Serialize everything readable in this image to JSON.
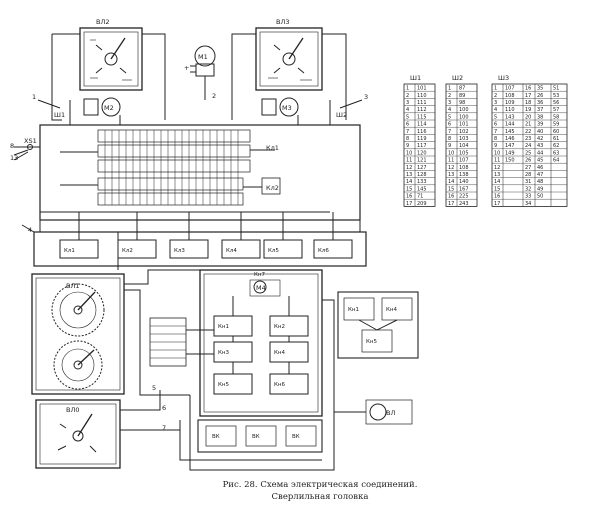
{
  "caption": {
    "line1": "Рис. 28. Схема электрическая соединений.",
    "line2": "Сверлильная головка"
  },
  "tables": [
    {
      "title": "Ш1",
      "rows": [
        [
          "1",
          "101"
        ],
        [
          "2",
          "110"
        ],
        [
          "3",
          "111"
        ],
        [
          "4",
          "112"
        ],
        [
          "5",
          "115"
        ],
        [
          "6",
          "114"
        ],
        [
          "7",
          "116"
        ],
        [
          "8",
          "119"
        ],
        [
          "9",
          "117"
        ],
        [
          "10",
          "120"
        ],
        [
          "11",
          "121"
        ],
        [
          "12",
          "127"
        ],
        [
          "13",
          "128"
        ],
        [
          "14",
          "133"
        ],
        [
          "15",
          "145"
        ],
        [
          "16",
          "71"
        ],
        [
          "17",
          "209"
        ]
      ]
    },
    {
      "title": "Ш2",
      "rows": [
        [
          "1",
          "87"
        ],
        [
          "2",
          "89"
        ],
        [
          "3",
          "98"
        ],
        [
          "4",
          "100"
        ],
        [
          "5",
          "100"
        ],
        [
          "6",
          "101"
        ],
        [
          "7",
          "102"
        ],
        [
          "8",
          "103"
        ],
        [
          "9",
          "104"
        ],
        [
          "10",
          "105"
        ],
        [
          "11",
          "107"
        ],
        [
          "12",
          "108"
        ],
        [
          "13",
          "138"
        ],
        [
          "14",
          "140"
        ],
        [
          "15",
          "167"
        ],
        [
          "16",
          "225"
        ],
        [
          "17",
          "243"
        ]
      ]
    },
    {
      "title": "Ш3",
      "rows": [
        [
          "1",
          "107",
          "16",
          "35",
          "51"
        ],
        [
          "2",
          "108",
          "17",
          "26",
          "53"
        ],
        [
          "3",
          "109",
          "18",
          "36",
          "56"
        ],
        [
          "4",
          "110",
          "19",
          "37",
          "57"
        ],
        [
          "5",
          "143",
          "20",
          "38",
          "58"
        ],
        [
          "6",
          "144",
          "21",
          "39",
          "59"
        ],
        [
          "7",
          "145",
          "22",
          "40",
          "60"
        ],
        [
          "8",
          "146",
          "23",
          "42",
          "61"
        ],
        [
          "9",
          "147",
          "24",
          "43",
          "62"
        ],
        [
          "10",
          "149",
          "25",
          "44",
          "63"
        ],
        [
          "11",
          "150",
          "26",
          "45",
          "64"
        ],
        [
          "12",
          "",
          "27",
          "46",
          ""
        ],
        [
          "13",
          "",
          "28",
          "47",
          ""
        ],
        [
          "14",
          "",
          "31",
          "48",
          ""
        ],
        [
          "15",
          "",
          "32",
          "49",
          ""
        ],
        [
          "16",
          "",
          "33",
          "50",
          ""
        ],
        [
          "17",
          "",
          "34",
          "",
          ""
        ]
      ]
    }
  ],
  "labels": {
    "meter_top_left": "ВЛ2",
    "meter_top_right": "ВЛ3",
    "meter_big": "ВЛ1",
    "meter_bottom": "ВЛ0",
    "motor_top": "М1",
    "motor_left": "М2",
    "motor_right": "М3",
    "terminal_left": "Ш1",
    "terminal_right": "Ш2",
    "plug_xs1": "ХS1",
    "relay_block_1": "Кл1",
    "relay_block_2": "Кл2",
    "plus": "+",
    "wire_1": "1",
    "wire_2": "2",
    "wire_3": "3",
    "wire_4": "4",
    "wire_5": "5",
    "wire_6": "6",
    "wire_7": "7",
    "wire_8": "8",
    "wire_13": "13",
    "switch_labels": [
      "Кл1",
      "Кл2",
      "Кл3",
      "Кл4",
      "Кл5",
      "Кл6"
    ],
    "panel_labels": [
      "Кн1",
      "Кн2",
      "Кн3",
      "Кн4",
      "Кн5",
      "Кн6",
      "Кн7"
    ],
    "bottom_boxes": [
      "ВК",
      "ВК",
      "ВК"
    ],
    "right_small": [
      "Кн1",
      "Кн4",
      "Кн5"
    ],
    "small_motor": "М4",
    "generator": "ВЛ"
  }
}
